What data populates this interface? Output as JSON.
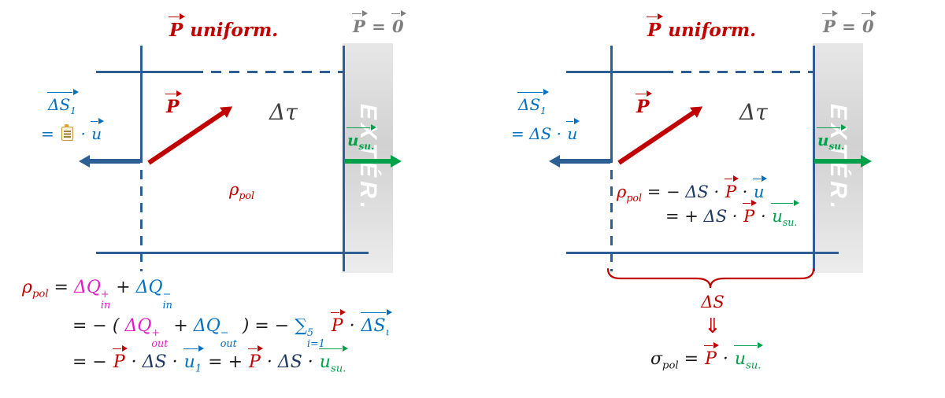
{
  "colors": {
    "box_line_blue": "#2e5f94",
    "dark_red": "#c00000",
    "blue": "#0070c0",
    "navy": "#1f3864",
    "magenta": "#e61cc8",
    "green": "#00a14b",
    "gray_label": "#7f7f7f",
    "tau_gray": "#3f3f3f",
    "exterior_text": "#ffffff"
  },
  "left": {
    "title_p": "P",
    "title_rest": " uniform.",
    "ext_p": "P",
    "ext_eq": " = ",
    "ext_zero": "0",
    "exter_label": "EXTÉR.",
    "ds1_base": "ΔS",
    "ds1_sub": "1",
    "ds1_eq_prefix": "= ",
    "ds1_eq_dot": " · ",
    "ds1_eq_u": "u",
    "p_label": "P",
    "dtau_label": "Δτ",
    "rho_base": "ρ",
    "rho_sub": "pol",
    "usu_base": "u",
    "usu_sub": "su.",
    "eq1": {
      "rho_base": "ρ",
      "rho_sub": "pol",
      "eq": " = ",
      "q1_base": "ΔQ",
      "q1_sup": "+",
      "q1_sub": "in",
      "plus": " + ",
      "q2_base": "ΔQ",
      "q2_sup": "−",
      "q2_sub": "in"
    },
    "eq2": {
      "t1": "= − ( ",
      "q1_base": "ΔQ",
      "q1_sup": "+",
      "q1_sub": "out",
      "plus": " + ",
      "q2_base": "ΔQ",
      "q2_sup": "−",
      "q2_sub": "out",
      "t2": " ) = − ",
      "sum": "∑",
      "sum_sup": "5",
      "sum_sub": "i=1",
      "p": "P",
      "dot": " · ",
      "ds_base": "ΔS",
      "ds_sub": "ι"
    },
    "eq3": {
      "t1": "= − ",
      "p1": "P",
      "d1": " · ",
      "ds1": "ΔS",
      "d2": " · ",
      "u1_base": "u",
      "u1_sub": "1",
      "t2": " = + ",
      "p2": "P",
      "d3": " · ",
      "ds2": "ΔS",
      "d4": " · ",
      "usu_base": "u",
      "usu_sub": "su."
    }
  },
  "right": {
    "title_p": "P",
    "title_rest": " uniform.",
    "ext_p": "P",
    "ext_eq": " = ",
    "ext_zero": "0",
    "exter_label": "EXTÉR.",
    "ds1_base": "ΔS",
    "ds1_sub": "1",
    "ds1_eq_prefix": "= ",
    "ds1_eq_ds": "ΔS",
    "ds1_eq_dot": " · ",
    "ds1_eq_u": "u",
    "p_label": "P",
    "dtau_label": "Δτ",
    "usu_base": "u",
    "usu_sub": "su.",
    "eqA": {
      "rho_base": "ρ",
      "rho_sub": "pol",
      "t1": " = − ",
      "ds": "ΔS",
      "d1": " · ",
      "p": "P",
      "d2": " · ",
      "u": "u"
    },
    "eqB": {
      "t1": "= + ",
      "ds": "ΔS",
      "d1": " · ",
      "p": "P",
      "d2": " · ",
      "usu_base": "u",
      "usu_sub": "su."
    },
    "brace_label": "ΔS",
    "implies_down": "⇓",
    "sigma": {
      "base": "σ",
      "sub": "pol",
      "eq": " = ",
      "p": "P",
      "dot": " · ",
      "usu_base": "u",
      "usu_sub": "su."
    }
  }
}
